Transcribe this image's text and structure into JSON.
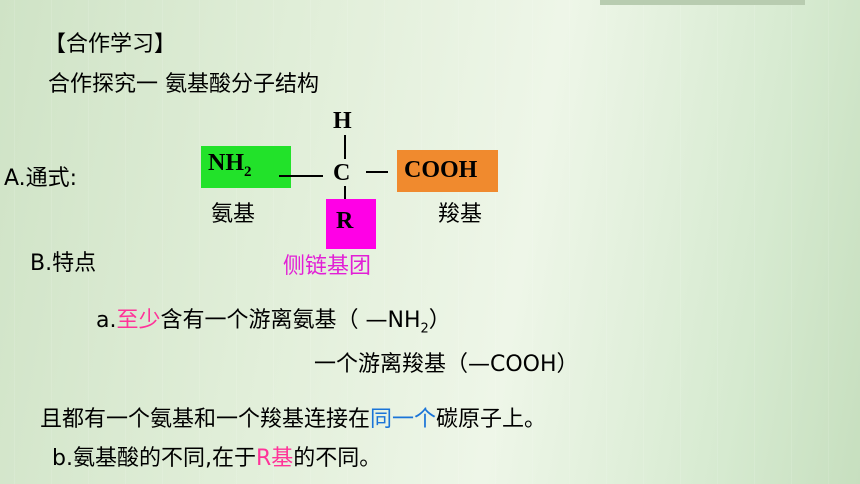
{
  "heading": "【合作学习】",
  "subtitle": "合作探究一   氨基酸分子结构",
  "general_formula_label": "A.通式:",
  "structure": {
    "h": "H",
    "c": "C",
    "nh2": "NH",
    "nh2_sub": "2",
    "cooh": "COOH",
    "r": "R",
    "amino_label": "氨基",
    "carboxyl_label": "羧基",
    "side_chain_label": "侧链基团"
  },
  "features_label": "B.特点",
  "point_a": {
    "prefix": "a.",
    "highlight": "至少",
    "rest": "含有一个游离氨基（ —NH",
    "sub": "2",
    "close": "）"
  },
  "point_a2": "一个游离羧基（—COOH）",
  "statement": {
    "prefix": "且都有一个氨基和一个羧基连接在",
    "highlight": "同一个",
    "suffix": "碳原子上。"
  },
  "point_b": {
    "prefix": "b.氨基酸的不同,在于",
    "highlight": "R基",
    "suffix": "的不同。"
  },
  "colors": {
    "amino_box": "#22e22a",
    "carboxyl_box": "#f08a2e",
    "r_box": "#ff00e6",
    "pink_text": "#ff3399",
    "blue_text": "#1a74d8",
    "magenta_text": "#e21fd6"
  }
}
